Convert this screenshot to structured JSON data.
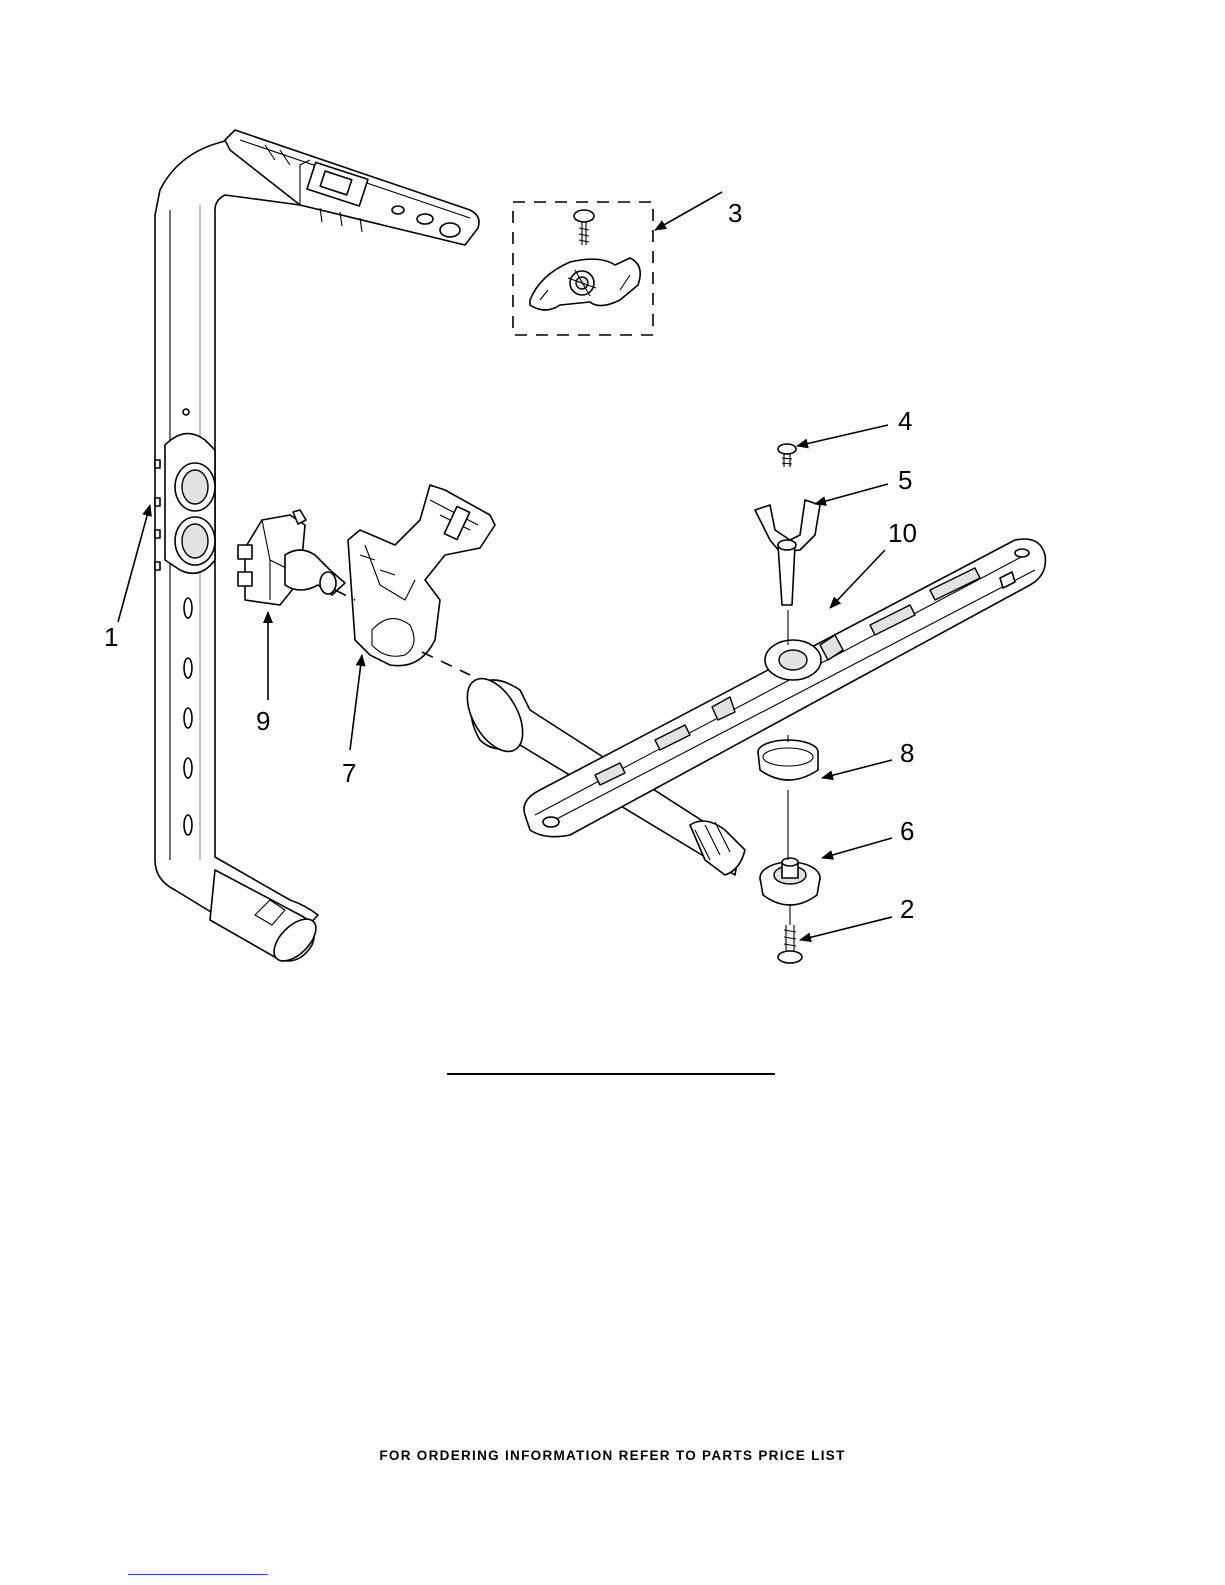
{
  "callouts": {
    "c1": "1",
    "c2": "2",
    "c3": "3",
    "c4": "4",
    "c5": "5",
    "c6": "6",
    "c7": "7",
    "c8": "8",
    "c9": "9",
    "c10": "10"
  },
  "footer": {
    "text": "FOR ORDERING INFORMATION REFER TO PARTS PRICE LIST"
  },
  "colors": {
    "line": "#000000",
    "shade": "#e2e2e2",
    "background": "#ffffff"
  }
}
